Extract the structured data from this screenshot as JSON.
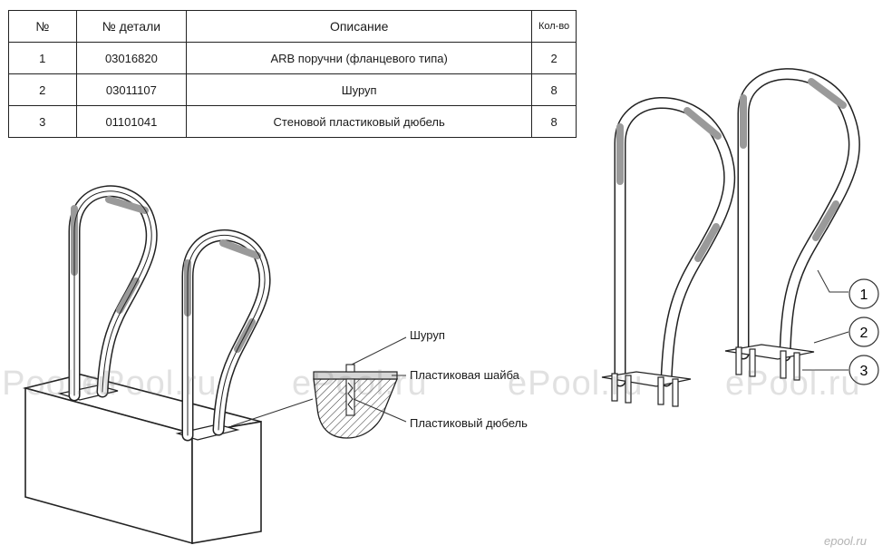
{
  "table": {
    "headers": {
      "no": "№",
      "part": "№ детали",
      "desc": "Описание",
      "qty": "Кол-во"
    },
    "rows": [
      {
        "no": "1",
        "part": "03016820",
        "desc": "ARB поручни (фланцевого типа)",
        "qty": "2"
      },
      {
        "no": "2",
        "part": "03011107",
        "desc": "Шуруп",
        "qty": "8"
      },
      {
        "no": "3",
        "part": "01101041",
        "desc": "Стеновой пластиковый дюбель",
        "qty": "8"
      }
    ]
  },
  "callouts": {
    "screw": "Шуруп",
    "washer": "Пластиковая шайба",
    "anchor": "Пластиковый дюбель"
  },
  "balloons": [
    "1",
    "2",
    "3"
  ],
  "watermark": "ePool.ru",
  "brand": "epool.ru"
}
